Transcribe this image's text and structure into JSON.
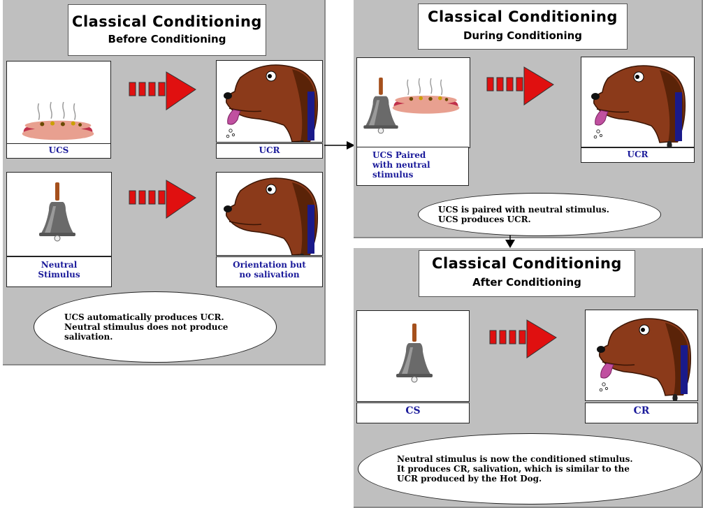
{
  "colors": {
    "panel": "#bfbfbf",
    "caption_text": "#1a1a9a",
    "arrow_red": "#e01010",
    "dog_brown": "#8b3a1a"
  },
  "panels": [
    {
      "title": "Classical Conditioning",
      "subtitle": "Before Conditioning",
      "rows": [
        {
          "left_caption": "UCS",
          "right_caption": "UCR",
          "left_icon": "hotdog-icon",
          "right_icon": "salivating-dog-icon"
        },
        {
          "left_caption": "Neutral\nStimulus",
          "right_caption": "Orientation but\nno salivation",
          "left_icon": "bell-icon",
          "right_icon": "dog-icon"
        }
      ],
      "note": "UCS automatically produces UCR.\nNeutral stimulus does not produce\nsalivation."
    },
    {
      "title": "Classical Conditioning",
      "subtitle": "During Conditioning",
      "rows": [
        {
          "left_caption": "UCS Paired\nwith neutral\nstimulus",
          "right_caption": "UCR",
          "left_icon": "bell-and-hotdog-icon",
          "right_icon": "salivating-dog-icon"
        }
      ],
      "note": "UCS is paired with neutral stimulus.\nUCS produces UCR."
    },
    {
      "title": "Classical Conditioning",
      "subtitle": "After Conditioning",
      "rows": [
        {
          "left_caption": "CS",
          "right_caption": "CR",
          "left_icon": "bell-icon",
          "right_icon": "salivating-dog-icon"
        }
      ],
      "note": "Neutral stimulus is now the conditioned stimulus.\nIt produces CR, salivation, which is similar to the\nUCR produced by the Hot Dog."
    }
  ]
}
